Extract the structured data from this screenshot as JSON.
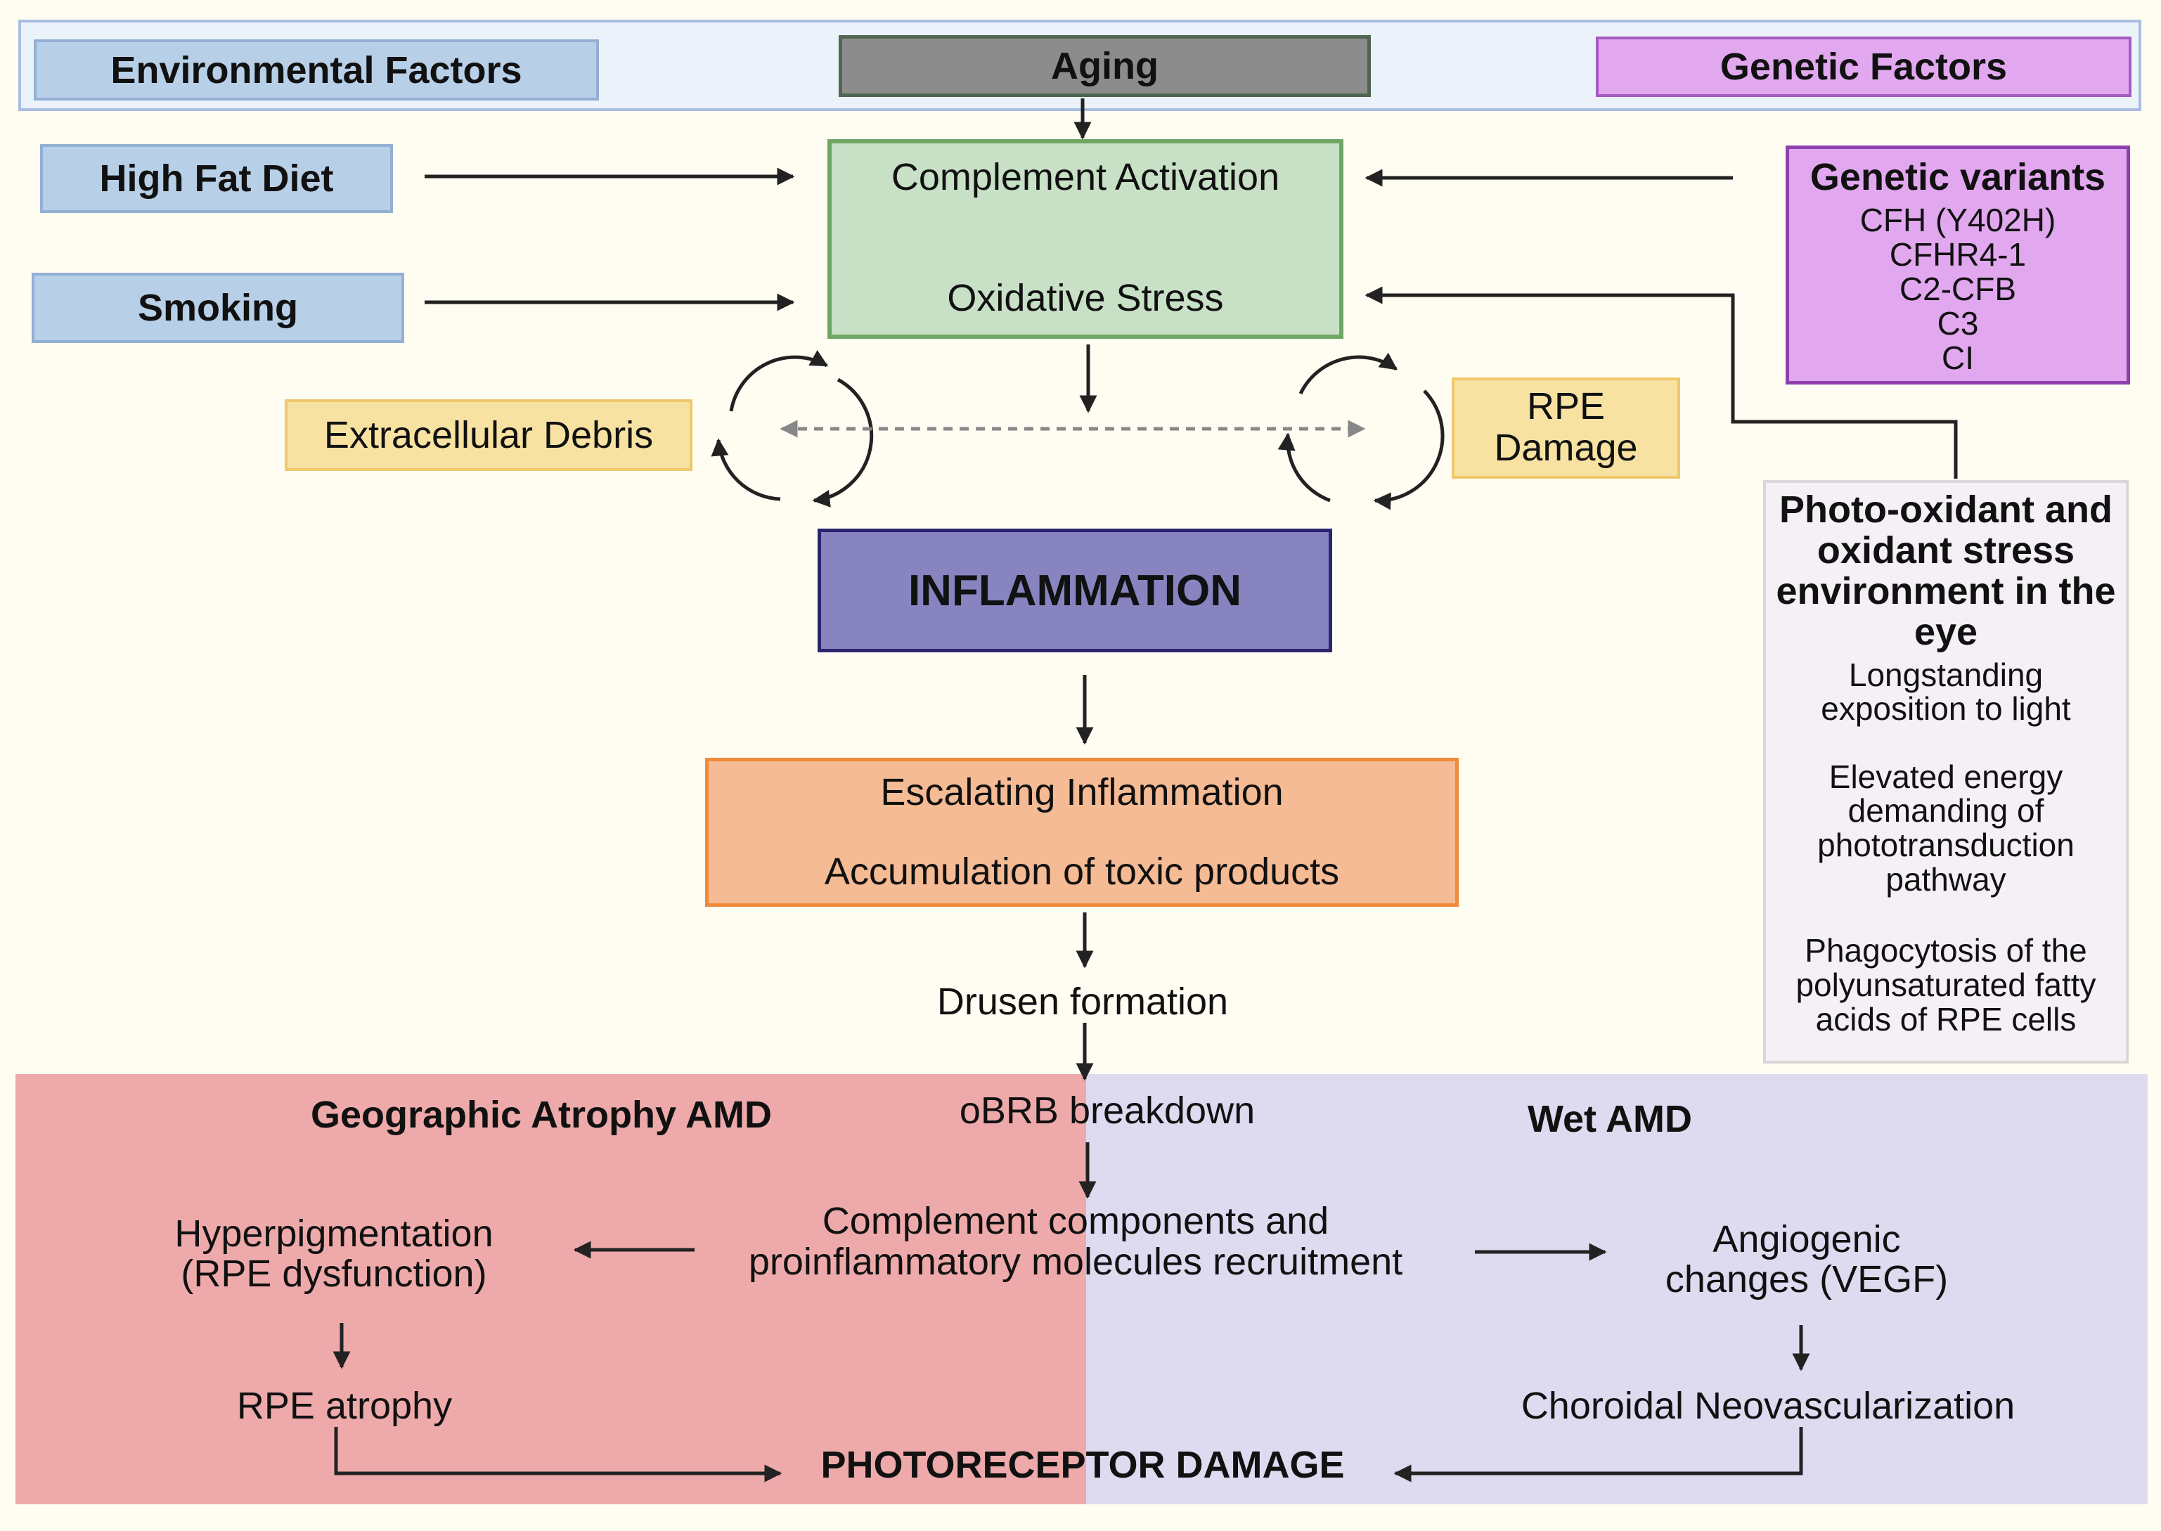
{
  "header": {
    "environmental": "Environmental Factors",
    "aging": "Aging",
    "genetic": "Genetic Factors"
  },
  "env_factors": {
    "diet": "High Fat Diet",
    "smoking": "Smoking"
  },
  "central": {
    "complement": "Complement Activation",
    "oxidative": "Oxidative Stress"
  },
  "loop": {
    "debris": "Extracellular Debris",
    "rpe_line1": "RPE",
    "rpe_line2": "Damage"
  },
  "genetic_variants": {
    "title": "Genetic variants",
    "items": [
      "CFH (Y402H)",
      "CFHR4-1",
      "C2-CFB",
      "C3",
      "CI"
    ]
  },
  "photo_oxidant": {
    "title_lines": [
      "Photo-oxidant and",
      "oxidant stress",
      "environment in the",
      "eye"
    ],
    "item1": [
      "Longstanding",
      "exposition to light"
    ],
    "item2": [
      "Elevated energy",
      "demanding of",
      "phototransduction",
      "pathway"
    ],
    "item3": [
      "Phagocytosis of the",
      "polyunsaturated fatty",
      "acids of RPE cells"
    ]
  },
  "inflammation": "INFLAMMATION",
  "escalating": {
    "line1": "Escalating Inflammation",
    "line2": "Accumulation of toxic products"
  },
  "drusen": "Drusen formation",
  "obrb": "oBRB breakdown",
  "geographic": {
    "title": "Geographic Atrophy AMD",
    "hyper_line1": "Hyperpigmentation",
    "hyper_line2": "(RPE dysfunction)",
    "atrophy": "RPE atrophy"
  },
  "wet": {
    "title": "Wet AMD",
    "angio_line1": "Angiogenic",
    "angio_line2": "changes (VEGF)",
    "choroidal": "Choroidal Neovascularization"
  },
  "recruitment": {
    "line1": "Complement components and",
    "line2": "proinflammatory molecules recruitment"
  },
  "photoreceptor": "PHOTORECEPTOR DAMAGE",
  "colors": {
    "background": "#fffcf2",
    "header_band": "#ebf2fa",
    "env_blue": "#b8cfe8",
    "aging_gray": "#8c8c8c",
    "genetic_pink": "#e2a8ef",
    "central_green": "#c8e0c6",
    "debris_yellow": "#f7e2a2",
    "inflammation_purple": "#8784c0",
    "escalating_orange": "#f5bb94",
    "geographic_red": "#eeaaaa",
    "wet_lavender": "#dedaf0"
  }
}
